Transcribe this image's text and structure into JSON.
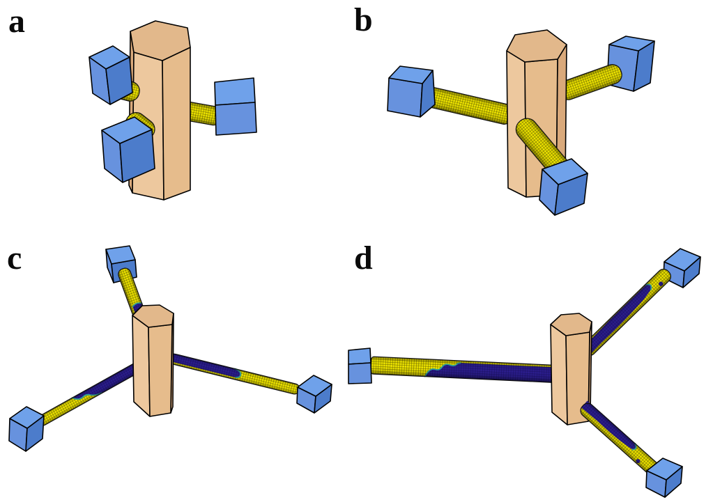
{
  "figure": {
    "background": "#FFFFFF",
    "panels": [
      {
        "id": "a",
        "label": "a",
        "tube_count": 3,
        "bead_count": 3,
        "tubes": "short stubs, all yellow mesh"
      },
      {
        "id": "b",
        "label": "b",
        "tube_count": 3,
        "bead_count": 3,
        "tubes": "elongated, all yellow mesh"
      },
      {
        "id": "c",
        "label": "c",
        "tube_count": 3,
        "bead_count": 3,
        "tubes": "long thin, yellow mesh with dark domains near post"
      },
      {
        "id": "d",
        "label": "d",
        "tube_count": 3,
        "bead_count": 3,
        "tubes": "longest, yellow mesh with extended dark domains"
      }
    ],
    "elements": {
      "post": "tan hexagonal prism",
      "tube": "meshed membrane tube",
      "bead": "blue cube handle"
    },
    "palette": {
      "post_top": "#E2B88B",
      "post_left": "#EDC89E",
      "post_right": "#E6BC8C",
      "post_side": "#D9A97B",
      "bead_top": "#6FA1EA",
      "bead_front": "#6792DE",
      "bead_side": "#4C7CCB",
      "tube_yellow": "#EDE300",
      "domain_navy": "#2B1D8C",
      "domain_boundary_teal": "#2FA49B",
      "outline": "#000000"
    }
  }
}
